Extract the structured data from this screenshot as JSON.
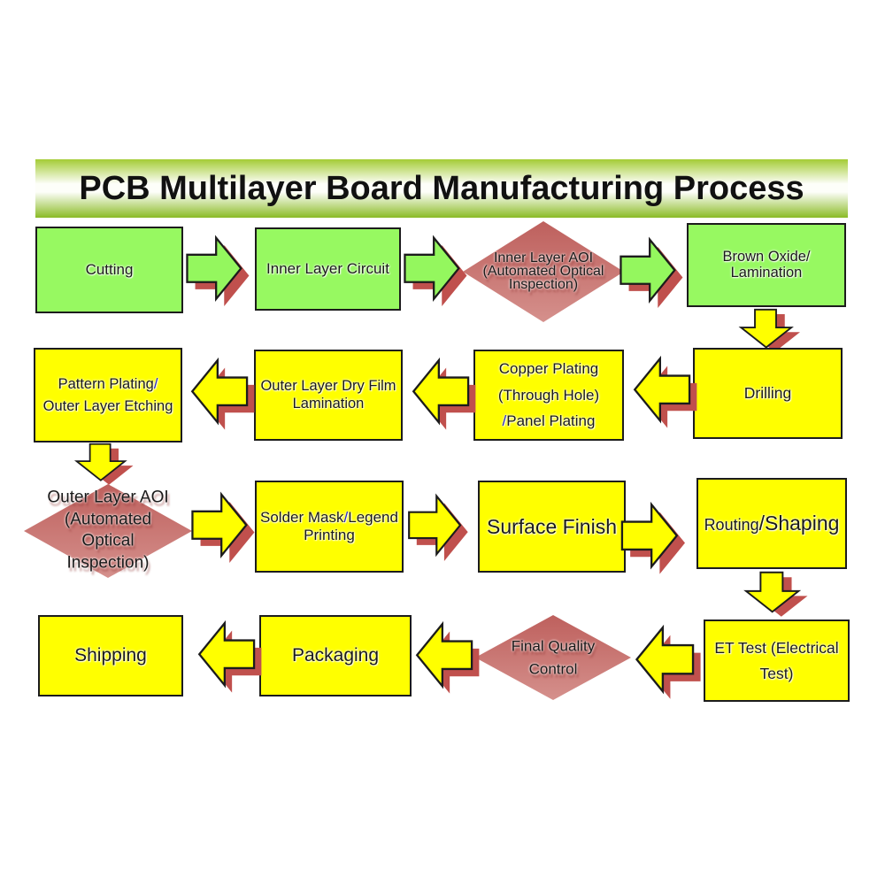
{
  "title": "PCB Multilayer Board Manufacturing Process",
  "colors": {
    "box_green": "#97F961",
    "arrow_green": "#94F75E",
    "yellow": "#FFFF00",
    "diamond_top": "#BE605D",
    "diamond_bottom": "#D5908C",
    "shadow_red": "#C0504D",
    "slash_blue": "#2222CF",
    "border": "#1C1C1C",
    "text": "#1A1A1A",
    "banner_top": "#A4CC35",
    "banner_mid": "#FDFEF9",
    "banner_bottom": "#8ABB26"
  },
  "nodes": [
    {
      "id": "cutting",
      "shape": "box",
      "fill": "green",
      "lines": [
        [
          {
            "t": "Cutting"
          }
        ]
      ]
    },
    {
      "id": "inner-layer-circuit",
      "shape": "box",
      "fill": "green",
      "lines": [
        [
          {
            "t": "Inner Layer Circuit"
          }
        ]
      ]
    },
    {
      "id": "inner-layer-aoi",
      "shape": "diamond",
      "lines": [
        [
          {
            "t": "Inner Layer AOI"
          }
        ],
        [
          {
            "t": "(Automated Optical"
          }
        ],
        [
          {
            "t": "Inspection)"
          }
        ]
      ]
    },
    {
      "id": "brown-oxide",
      "shape": "box",
      "fill": "green",
      "lines": [
        [
          {
            "t": "Brown Oxide/"
          }
        ],
        [
          {
            "t": "Lamination"
          }
        ]
      ]
    },
    {
      "id": "drilling",
      "shape": "box",
      "fill": "yellow",
      "lines": [
        [
          {
            "t": "Drilling"
          }
        ]
      ]
    },
    {
      "id": "copper-plating",
      "shape": "box",
      "fill": "yellow",
      "lines": [
        [
          {
            "t": "Copper Plating"
          }
        ],
        [
          {
            "t": "(Through Hole)"
          }
        ],
        [
          {
            "t": "/",
            "c": "blue"
          },
          {
            "t": "Panel Plating"
          }
        ]
      ]
    },
    {
      "id": "outer-dry-film",
      "shape": "box",
      "fill": "yellow",
      "lines": [
        [
          {
            "t": "Outer Layer Dry Film"
          }
        ],
        [
          {
            "t": "Lamination"
          }
        ]
      ]
    },
    {
      "id": "pattern-plating",
      "shape": "box",
      "fill": "yellow",
      "lines": [
        [
          {
            "t": "Pattern Plating"
          },
          {
            "t": "/",
            "c": "blue"
          }
        ],
        [
          {
            "t": "Outer Layer Etching"
          }
        ]
      ]
    },
    {
      "id": "outer-layer-aoi",
      "shape": "diamond",
      "lines": [
        [
          {
            "t": "Outer Layer AOI"
          }
        ],
        [
          {
            "t": "(Automated"
          }
        ],
        [
          {
            "t": "Optical"
          }
        ],
        [
          {
            "t": "Inspection)"
          }
        ]
      ]
    },
    {
      "id": "solder-mask",
      "shape": "box",
      "fill": "yellow",
      "lines": [
        [
          {
            "t": "Solder Mask"
          },
          {
            "t": "/",
            "c": "blue"
          },
          {
            "t": "Legend"
          }
        ],
        [
          {
            "t": "Printing"
          }
        ]
      ]
    },
    {
      "id": "surface-finish",
      "shape": "box",
      "fill": "yellow",
      "lines": [
        [
          {
            "t": "Surface Finish"
          }
        ]
      ]
    },
    {
      "id": "routing-shaping",
      "shape": "box",
      "fill": "yellow",
      "lines": [
        [
          {
            "t": "Routing"
          },
          {
            "t": "/Shaping",
            "big": true
          }
        ]
      ]
    },
    {
      "id": "et-test",
      "shape": "box",
      "fill": "yellow",
      "lines": [
        [
          {
            "t": "ET Test (Electrical"
          }
        ],
        [
          {
            "t": "Test)"
          }
        ]
      ]
    },
    {
      "id": "final-quality",
      "shape": "diamond",
      "lines": [
        [
          {
            "t": "Final Quality"
          }
        ],
        [
          {
            "t": "Control"
          }
        ]
      ]
    },
    {
      "id": "packaging",
      "shape": "box",
      "fill": "yellow",
      "lines": [
        [
          {
            "t": "Packaging"
          }
        ]
      ]
    },
    {
      "id": "shipping",
      "shape": "box",
      "fill": "yellow",
      "lines": [
        [
          {
            "t": "Shipping"
          }
        ]
      ]
    }
  ],
  "connections": [
    {
      "from": "cutting",
      "to": "inner-layer-circuit",
      "direction": "right"
    },
    {
      "from": "inner-layer-circuit",
      "to": "inner-layer-aoi",
      "direction": "right"
    },
    {
      "from": "inner-layer-aoi",
      "to": "brown-oxide",
      "direction": "right"
    },
    {
      "from": "brown-oxide",
      "to": "drilling",
      "direction": "down"
    },
    {
      "from": "drilling",
      "to": "copper-plating",
      "direction": "left"
    },
    {
      "from": "copper-plating",
      "to": "outer-dry-film",
      "direction": "left"
    },
    {
      "from": "outer-dry-film",
      "to": "pattern-plating",
      "direction": "left"
    },
    {
      "from": "pattern-plating",
      "to": "outer-layer-aoi",
      "direction": "down"
    },
    {
      "from": "outer-layer-aoi",
      "to": "solder-mask",
      "direction": "right"
    },
    {
      "from": "solder-mask",
      "to": "surface-finish",
      "direction": "right"
    },
    {
      "from": "surface-finish",
      "to": "routing-shaping",
      "direction": "right"
    },
    {
      "from": "routing-shaping",
      "to": "et-test",
      "direction": "down"
    },
    {
      "from": "et-test",
      "to": "final-quality",
      "direction": "left"
    },
    {
      "from": "final-quality",
      "to": "packaging",
      "direction": "left"
    },
    {
      "from": "packaging",
      "to": "shipping",
      "direction": "left"
    }
  ]
}
